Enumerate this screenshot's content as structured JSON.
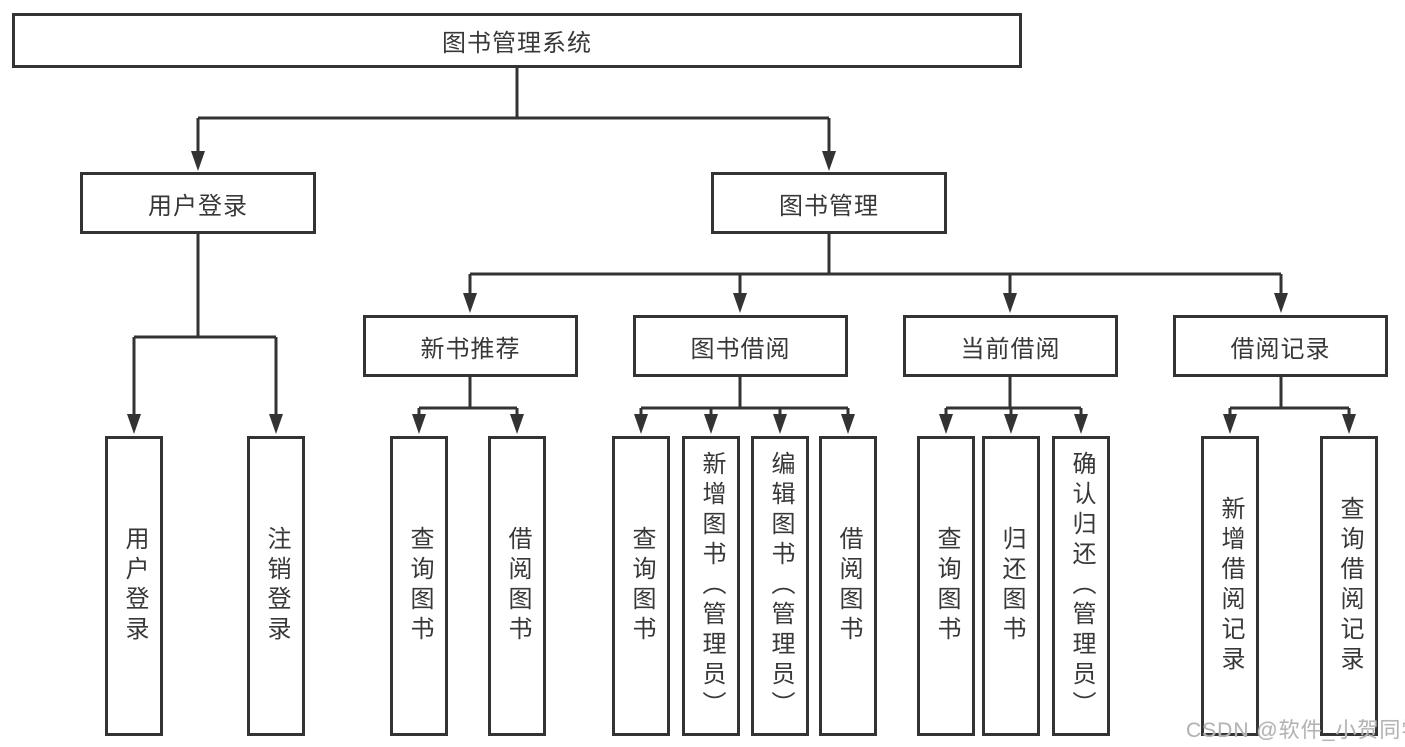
{
  "diagram": {
    "root": {
      "label": "图书管理系统",
      "children": [
        {
          "label": "用户登录",
          "children": [
            {
              "label": "用户登录"
            },
            {
              "label": "注销登录"
            }
          ]
        },
        {
          "label": "图书管理",
          "children": [
            {
              "label": "新书推荐",
              "children": [
                {
                  "label": "查询图书"
                },
                {
                  "label": "借阅图书"
                }
              ]
            },
            {
              "label": "图书借阅",
              "children": [
                {
                  "label": "查询图书"
                },
                {
                  "label": "新增图书（管理员）"
                },
                {
                  "label": "编辑图书（管理员）"
                },
                {
                  "label": "借阅图书"
                }
              ]
            },
            {
              "label": "当前借阅",
              "children": [
                {
                  "label": "查询图书"
                },
                {
                  "label": "归还图书"
                },
                {
                  "label": "确认归还（管理员）"
                }
              ]
            },
            {
              "label": "借阅记录",
              "children": [
                {
                  "label": "新增借阅记录"
                },
                {
                  "label": "查询借阅记录"
                }
              ]
            }
          ]
        }
      ]
    }
  },
  "watermark": {
    "text": "CSDN @软件_小贺同学",
    "color": "#b3b3b3"
  },
  "colors": {
    "line": "#333333",
    "box_border": "#333333",
    "text": "#383838",
    "background": "#ffffff"
  }
}
